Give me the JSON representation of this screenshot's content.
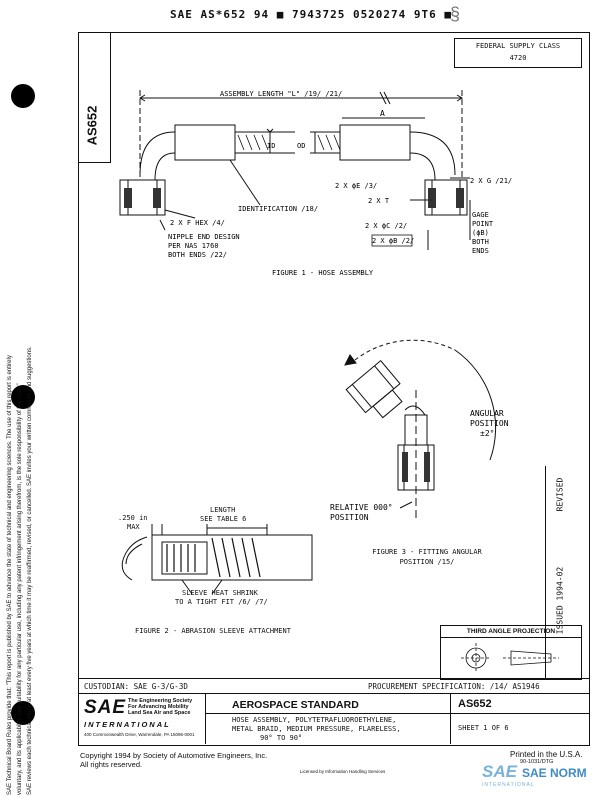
{
  "header_code": "SAE AS*652 94 ■ 7943725 0520274 9T6 ■",
  "side_doc_number": "AS652",
  "federal_supply": {
    "label": "FEDERAL SUPPLY CLASS",
    "value": "4720"
  },
  "figure1": {
    "caption": "FIGURE 1 - HOSE ASSEMBLY",
    "assembly_length": "ASSEMBLY LENGTH \"L\" /19/ /21/",
    "dim_a": "A",
    "id": "ID",
    "od": "OD",
    "two_x_de": "2 X ϕE /3/",
    "two_x_t": "2 X T",
    "two_x_g": "2 X G /21/",
    "identification": "IDENTIFICATION /18/",
    "two_x_f_hex": "2 X F HEX /4/",
    "nipple_1": "NIPPLE END DESIGN",
    "nipple_2": "PER NAS 1760",
    "nipple_3": "BOTH ENDS /22/",
    "two_x_dc": "2 X ϕC /2/",
    "two_x_db": "2 X ϕB /2/",
    "gage_1": "GAGE",
    "gage_2": "POINT",
    "gage_3": "(ϕB)",
    "gage_4": "BOTH",
    "gage_5": "ENDS"
  },
  "figure2": {
    "caption": "FIGURE 2 - ABRASION SLEEVE ATTACHMENT",
    "dim_250": ".250 in",
    "max": "MAX",
    "length": "LENGTH",
    "see_table": "SEE TABLE 6",
    "sleeve_1": "SLEEVE HEAT SHRINK",
    "sleeve_2": "TO A TIGHT FIT /6/ /7/"
  },
  "figure3": {
    "caption_1": "FIGURE 3 - FITTING ANGULAR",
    "caption_2": "POSITION /15/",
    "angular_1": "ANGULAR",
    "angular_2": "POSITION",
    "angular_3": "±2°",
    "relative_1": "RELATIVE 000°",
    "relative_2": "POSITION"
  },
  "right_margin": {
    "revised": "REVISED",
    "issued": "ISSUED  1994-02"
  },
  "third_angle": "THIRD ANGLE PROJECTION",
  "left_margin_1": "SAE Technical Board Rules provide that: \"This report is published by SAE to advance the state of technical and engineering sciences. The use of this report is entirely",
  "left_margin_2": "voluntary, and its applicability and suitability for any particular use, including any patent infringement arising therefrom, is the sole responsibility of the user.\"",
  "left_margin_3": "SAE reviews each technical report at least every five years at which time it may be reaffirmed, revised, or cancelled. SAE invites your written comments and suggestions.",
  "title_block": {
    "custodian": "CUSTODIAN:  SAE G-3/G-3D",
    "procurement": "PROCUREMENT SPECIFICATION:  /14/  AS1946",
    "sae_logo": "SAE",
    "sae_tag_1": "The Engineering Society",
    "sae_tag_2": "For Advancing Mobility",
    "sae_tag_3": "Land Sea Air and Space",
    "international": "INTERNATIONAL",
    "address": "400 Commonwealth Drive, Warrendale, PA 15096-0001",
    "aerospace": "AEROSPACE STANDARD",
    "desc_1": "HOSE ASSEMBLY, POLYTETRAFLUOROETHYLENE,",
    "desc_2": "METAL BRAID, MEDIUM PRESSURE, FLARELESS,",
    "desc_3": "90° TO 90°",
    "doc": "AS652",
    "sheet": "SHEET 1 OF 6"
  },
  "footer": {
    "copyright_1": "Copyright  1994  by Society of Automotive Engineers, Inc.",
    "copyright_2": "All rights reserved.",
    "printed": "Printed in the U.S.A.",
    "code": "90-1031/DTG",
    "licensed": "Licensed by Information Handling Services",
    "sae_norm": "SAE NORM",
    "watermark_sub": "INTERNATIONAL"
  }
}
